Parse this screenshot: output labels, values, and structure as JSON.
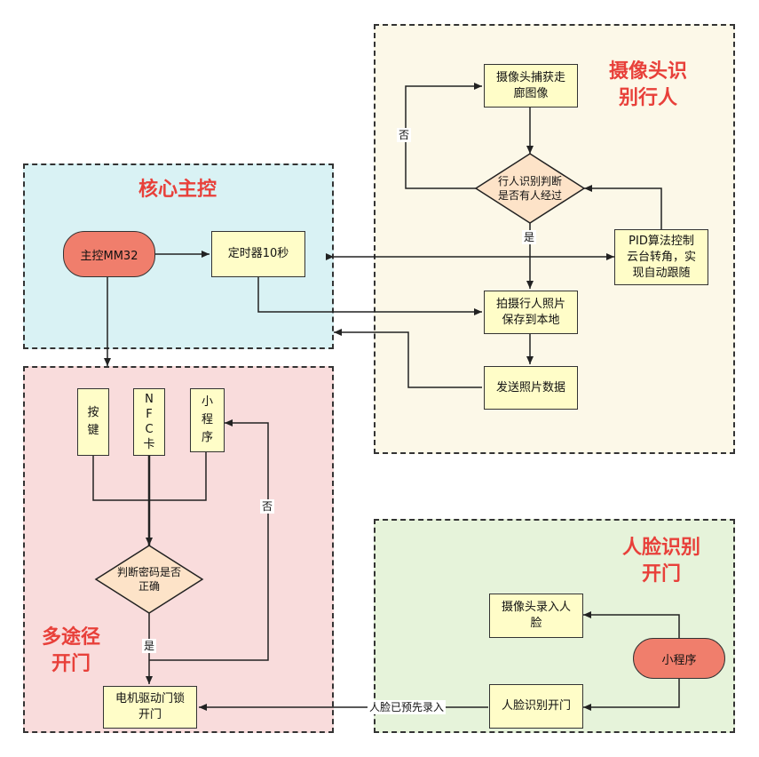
{
  "zones": {
    "camera": {
      "title": "摄像头识\n别行人",
      "color": "#fcf8e8"
    },
    "core": {
      "title": "核心主控",
      "color": "#d9f2f4"
    },
    "multi": {
      "title": "多途径\n开门",
      "color": "#f9dcdc"
    },
    "face": {
      "title": "人脸识别\n开门",
      "color": "#e6f3da"
    }
  },
  "nodes": {
    "capture": "摄像头捕获走\n廊图像",
    "detect": "行人识别判断\n是否有人经过",
    "pid": "PID算法控制\n云台转角，实\n现自动跟随",
    "photo": "拍摄行人照片\n保存到本地",
    "send": "发送照片数据",
    "mcu": "主控MM32",
    "timer": "定时器10秒",
    "key": [
      "按",
      "键"
    ],
    "nfc": [
      "N",
      "F",
      "C",
      "卡"
    ],
    "mini": [
      "小",
      "程",
      "序"
    ],
    "judge": "判断密码是否\n正确",
    "motor": "电机驱动门锁\n开门",
    "face_enroll": "摄像头录入人\n脸",
    "miniprogram": "小程序",
    "face_open": "人脸识别开门"
  },
  "edge_labels": {
    "detect_no": "否",
    "detect_yes": "是",
    "judge_no": "否",
    "judge_yes": "是",
    "face_enrolled": "人脸已预先录入"
  },
  "colors": {
    "box_fill": "#fffdc8",
    "decision_fill": "#fde3c8",
    "round_fill": "#f07e6c",
    "title_red": "#e8403a"
  }
}
